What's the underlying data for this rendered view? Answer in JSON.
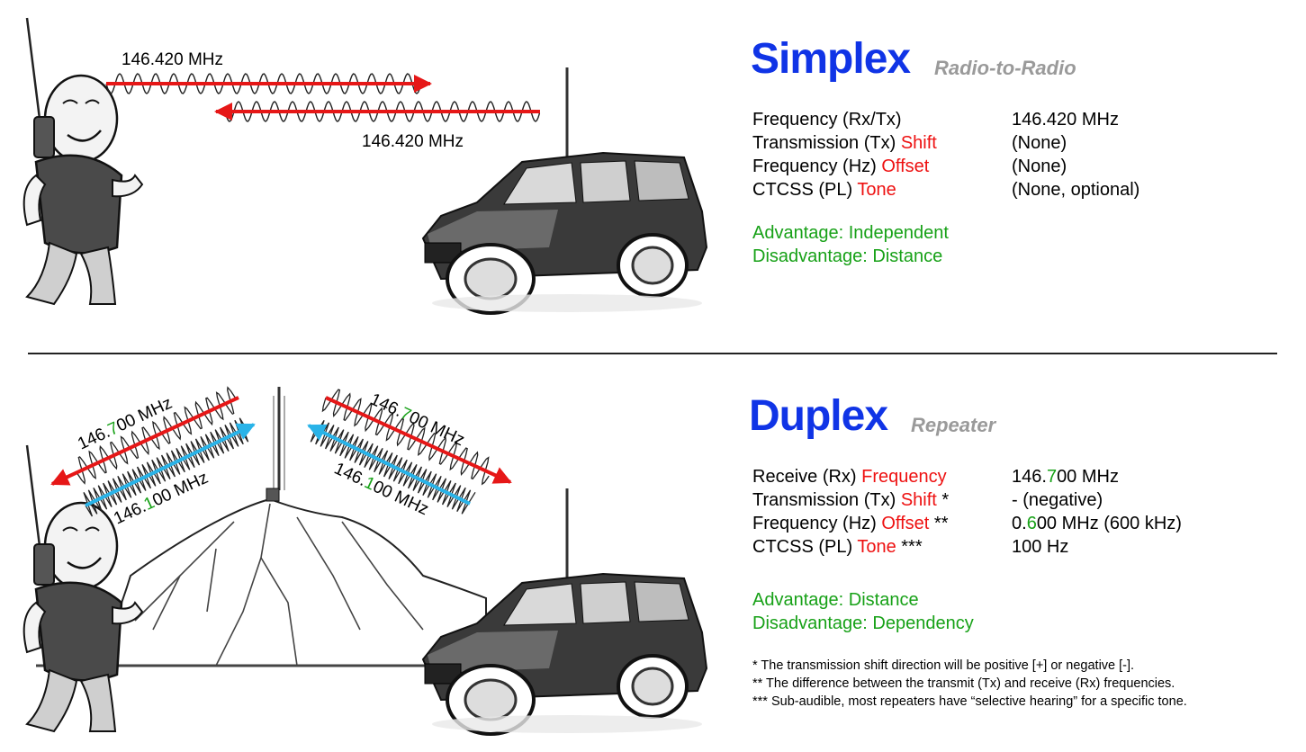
{
  "colors": {
    "title_blue": "#1034e6",
    "accent_red": "#ee1111",
    "accent_green": "#17a117",
    "arrow_blue": "#29b3e8",
    "subtitle_gray": "#9a9a9a"
  },
  "simplex": {
    "title": "Simplex",
    "subtitle": "Radio-to-Radio",
    "freq_top": "146.420 MHz",
    "freq_bottom": "146.420 MHz",
    "rows": [
      {
        "label": "Frequency (Rx/Tx)",
        "label_red": "",
        "label_suffix": "",
        "value": "146.420 MHz"
      },
      {
        "label": "Transmission (Tx) ",
        "label_red": "Shift",
        "label_suffix": "",
        "value": "(None)"
      },
      {
        "label": "Frequency (Hz) ",
        "label_red": "Offset",
        "label_suffix": "",
        "value": "(None)"
      },
      {
        "label": "CTCSS (PL) ",
        "label_red": "Tone",
        "label_suffix": "",
        "value": "(None, optional)"
      }
    ],
    "advantage": "Advantage: Independent",
    "disadvantage": "Disadvantage: Distance"
  },
  "duplex": {
    "title": "Duplex",
    "subtitle": "Repeater",
    "wave_labels": {
      "left_red": {
        "pre": "146.",
        "hl": "7",
        "post": "00 MHz"
      },
      "left_blue": {
        "pre": "146.",
        "hl": "1",
        "post": "00 MHz"
      },
      "right_red": {
        "pre": "146.",
        "hl": "7",
        "post": "00 MHz"
      },
      "right_blue": {
        "pre": "146.",
        "hl": "1",
        "post": "00 MHz"
      }
    },
    "rows": [
      {
        "label": "Receive (Rx) ",
        "label_red": "Frequency",
        "label_suffix": "",
        "value_pre": "146.",
        "value_hl": "7",
        "value_post": "00 MHz"
      },
      {
        "label": "Transmission (Tx) ",
        "label_red": "Shift",
        "label_suffix": " *",
        "value_pre": "- (negative)",
        "value_hl": "",
        "value_post": ""
      },
      {
        "label": "Frequency (Hz) ",
        "label_red": "Offset",
        "label_suffix": " **",
        "value_pre": "0.",
        "value_hl": "6",
        "value_post": "00 MHz (600 kHz)"
      },
      {
        "label": "CTCSS (PL) ",
        "label_red": "Tone",
        "label_suffix": " ***",
        "value_pre": "100 Hz",
        "value_hl": "",
        "value_post": ""
      }
    ],
    "advantage": "Advantage: Distance",
    "disadvantage": "Disadvantage: Dependency",
    "footnotes": [
      "* The transmission shift direction will be positive [+] or negative [-].",
      "** The difference between the transmit (Tx) and receive (Rx) frequencies.",
      "*** Sub-audible, most repeaters have “selective hearing” for a specific tone."
    ]
  }
}
